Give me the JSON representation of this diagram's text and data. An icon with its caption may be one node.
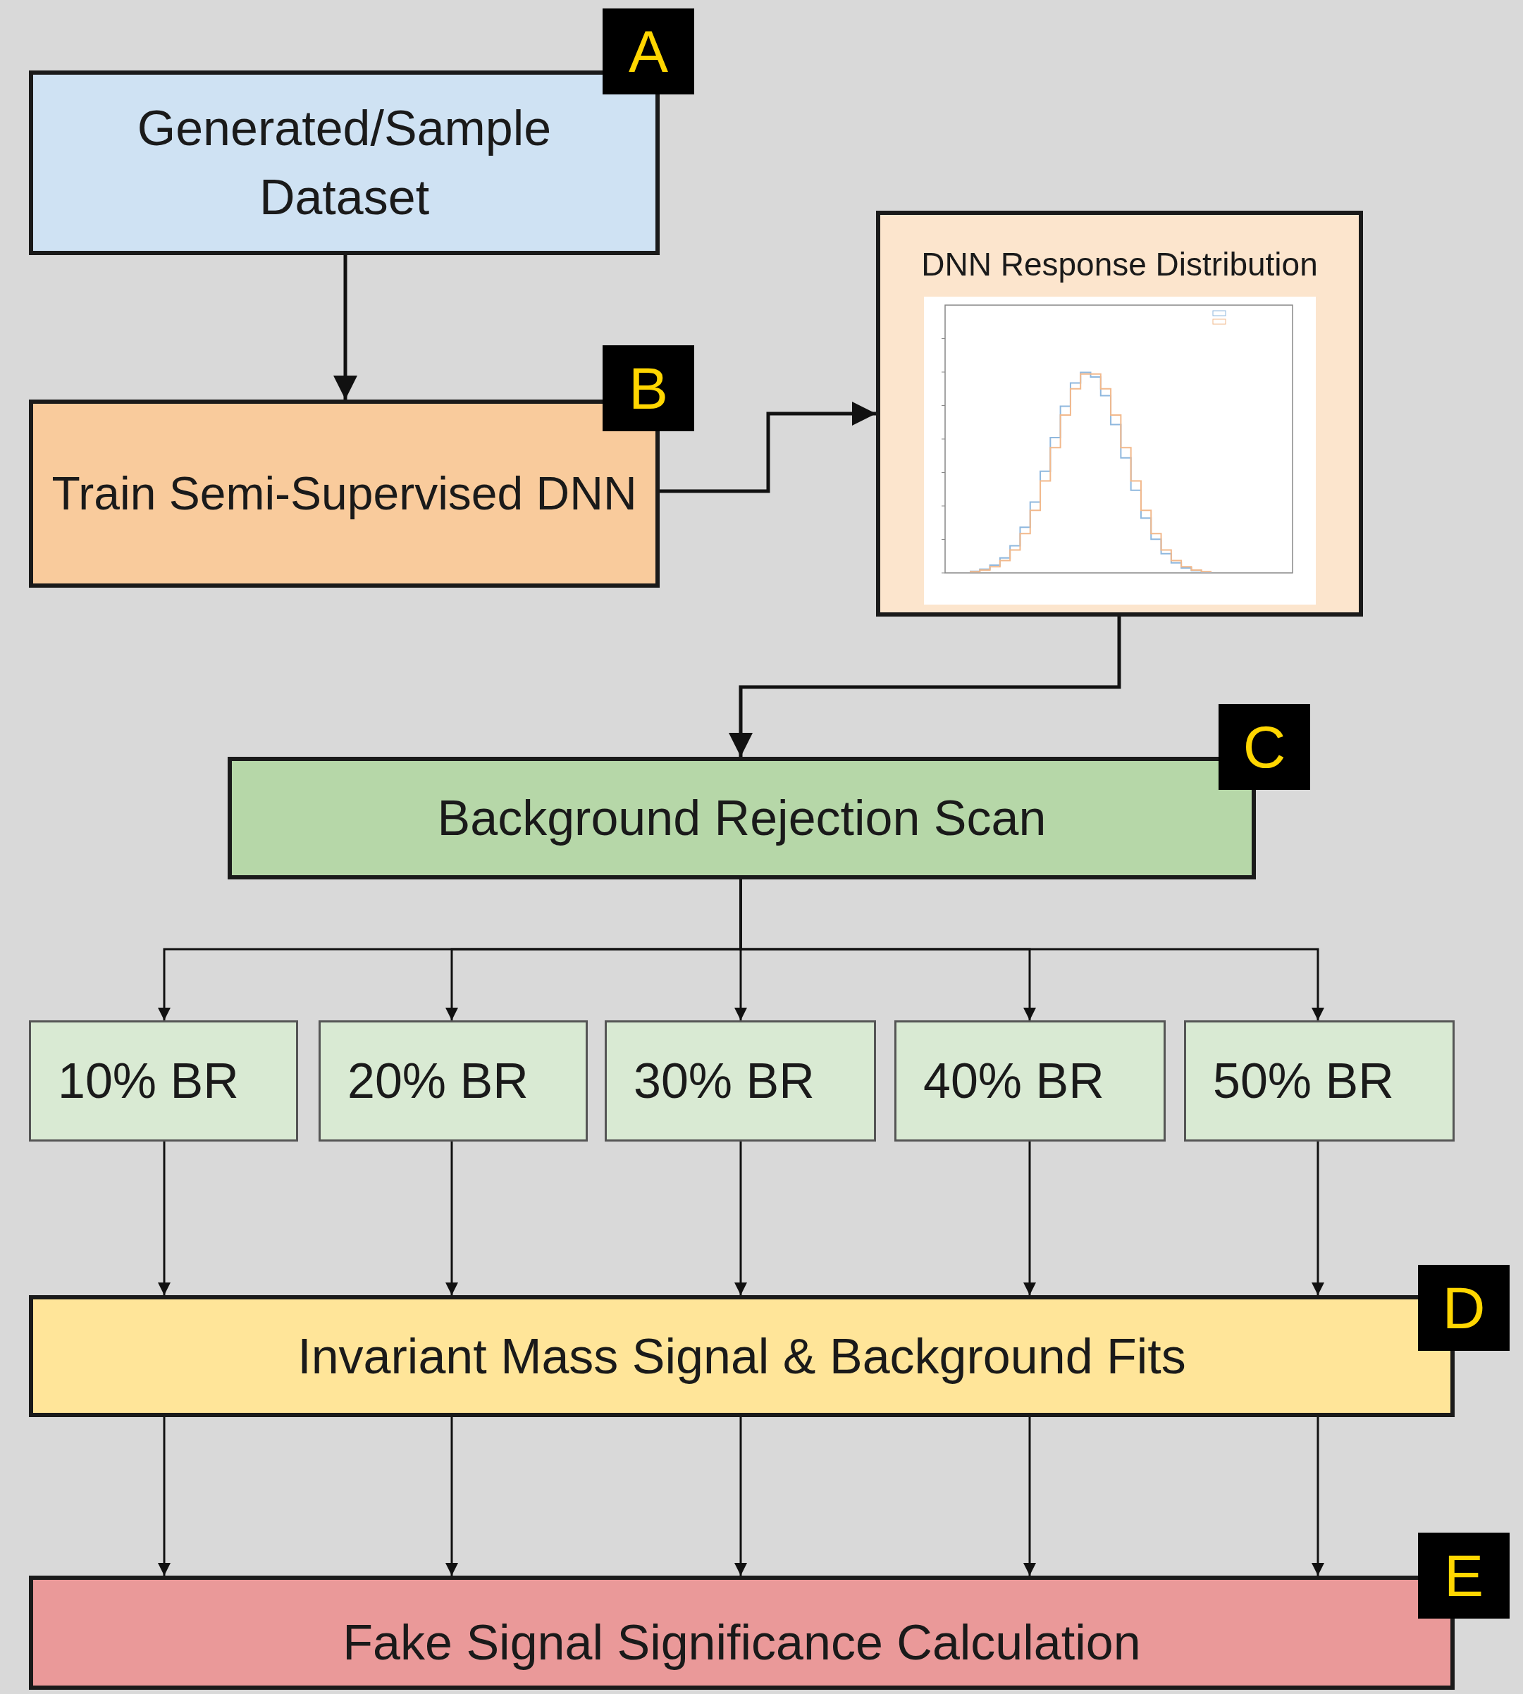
{
  "diagram": {
    "nodes": [
      {
        "text": [
          "Generated/Sample Dataset"
        ],
        "beside": [
          "A"
        ]
      },
      {
        "text": [
          "Train Semi-Supervised DNN"
        ],
        "beside": [
          "B"
        ]
      },
      {
        "text": [
          "DNN Response Distribution"
        ]
      },
      {
        "text": [
          "Background Rejection Scan"
        ],
        "beside": [
          "C"
        ]
      },
      {
        "text": [
          "10% BR"
        ]
      },
      {
        "text": [
          "20% BR"
        ]
      },
      {
        "text": [
          "30% BR"
        ]
      },
      {
        "text": [
          "40% BR"
        ]
      },
      {
        "text": [
          "50% BR"
        ]
      },
      {
        "text": [
          "Invariant Mass Signal & Background Fits"
        ],
        "beside": [
          "D"
        ]
      },
      {
        "text": [
          "Fake Signal Significance Calculation"
        ],
        "beside": [
          "E"
        ]
      }
    ],
    "edges": [
      {
        "from": 0,
        "to": 1,
        "arrow": "to"
      },
      {
        "from": 1,
        "to": 2,
        "arrow": "to"
      },
      {
        "from": 2,
        "to": 3,
        "arrow": "to"
      },
      {
        "from": 3,
        "to": 4,
        "arrow": "to"
      },
      {
        "from": 3,
        "to": 5,
        "arrow": "to"
      },
      {
        "from": 3,
        "to": 6,
        "arrow": "to"
      },
      {
        "from": 3,
        "to": 7,
        "arrow": "to"
      },
      {
        "from": 3,
        "to": 8,
        "arrow": "to"
      },
      {
        "from": 4,
        "to": 9,
        "arrow": "to"
      },
      {
        "from": 5,
        "to": 9,
        "arrow": "to"
      },
      {
        "from": 6,
        "to": 9,
        "arrow": "to"
      },
      {
        "from": 7,
        "to": 9,
        "arrow": "to"
      },
      {
        "from": 8,
        "to": 9,
        "arrow": "to"
      },
      {
        "from": 9,
        "to": 10,
        "arrow": "to"
      },
      {
        "from": 9,
        "to": 10,
        "arrow": "to"
      },
      {
        "from": 9,
        "to": 10,
        "arrow": "to"
      },
      {
        "from": 9,
        "to": 10,
        "arrow": "to"
      },
      {
        "from": 9,
        "to": 10,
        "arrow": "to"
      }
    ]
  }
}
